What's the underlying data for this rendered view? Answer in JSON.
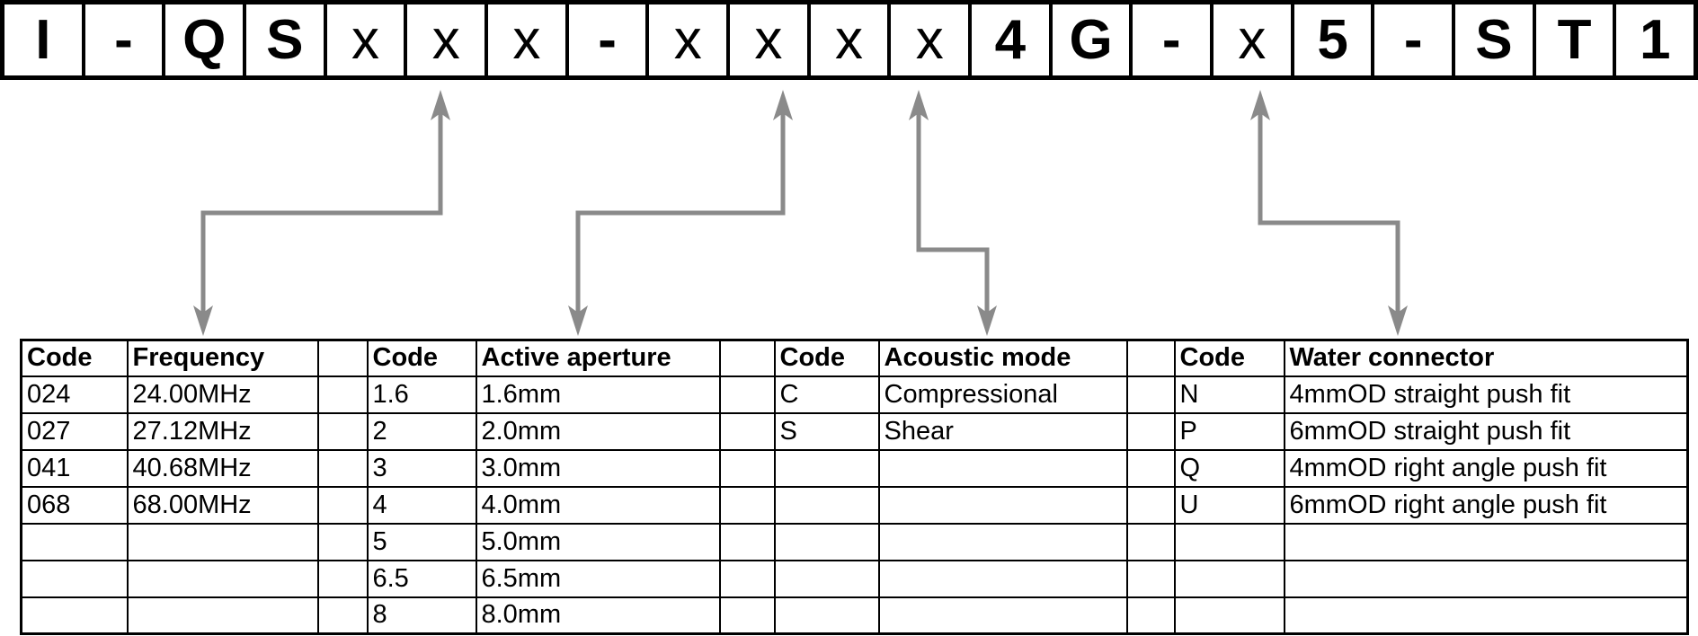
{
  "part_number": {
    "string": "I-QSxxx-xxxx4G-x5-ST1",
    "boxes": [
      {
        "char": "I",
        "bold": true
      },
      {
        "char": "-",
        "bold": true
      },
      {
        "char": "Q",
        "bold": true
      },
      {
        "char": "S",
        "bold": true
      },
      {
        "char": "x",
        "bold": false
      },
      {
        "char": "x",
        "bold": false
      },
      {
        "char": "x",
        "bold": false
      },
      {
        "char": "-",
        "bold": true
      },
      {
        "char": "x",
        "bold": false
      },
      {
        "char": "x",
        "bold": false
      },
      {
        "char": "x",
        "bold": false
      },
      {
        "char": "x",
        "bold": false
      },
      {
        "char": "4",
        "bold": true
      },
      {
        "char": "G",
        "bold": true
      },
      {
        "char": "-",
        "bold": true
      },
      {
        "char": "x",
        "bold": false
      },
      {
        "char": "5",
        "bold": true
      },
      {
        "char": "-",
        "bold": true
      },
      {
        "char": "S",
        "bold": true
      },
      {
        "char": "T",
        "bold": true
      },
      {
        "char": "1",
        "bold": true
      }
    ]
  },
  "arrows": [
    {
      "from_box": 6,
      "points_to": "Frequency"
    },
    {
      "from_box": 10,
      "points_to": "Active aperture"
    },
    {
      "from_box": 12,
      "points_to": "Acoustic mode"
    },
    {
      "from_box": 16,
      "points_to": "Water connector"
    }
  ],
  "legend": {
    "row_count": 7,
    "sections": [
      {
        "code_header": "Code",
        "value_header": "Frequency",
        "rows": [
          [
            "024",
            "24.00MHz"
          ],
          [
            "027",
            "27.12MHz"
          ],
          [
            "041",
            "40.68MHz"
          ],
          [
            "068",
            "68.00MHz"
          ]
        ]
      },
      {
        "code_header": "Code",
        "value_header": "Active aperture",
        "rows": [
          [
            "1.6",
            "1.6mm"
          ],
          [
            "2",
            "2.0mm"
          ],
          [
            "3",
            "3.0mm"
          ],
          [
            "4",
            "4.0mm"
          ],
          [
            "5",
            "5.0mm"
          ],
          [
            "6.5",
            "6.5mm"
          ],
          [
            "8",
            "8.0mm"
          ]
        ]
      },
      {
        "code_header": "Code",
        "value_header": "Acoustic mode",
        "rows": [
          [
            "C",
            "Compressional"
          ],
          [
            "S",
            "Shear"
          ]
        ]
      },
      {
        "code_header": "Code",
        "value_header": "Water connector",
        "rows": [
          [
            "N",
            "4mmOD straight push fit"
          ],
          [
            "P",
            "6mmOD straight push fit"
          ],
          [
            "Q",
            "4mmOD right angle push fit"
          ],
          [
            "U",
            "6mmOD right angle push fit"
          ]
        ]
      }
    ]
  },
  "colors": {
    "arrow_gray": "#8a8a8a",
    "border_black": "#000000",
    "background": "#ffffff"
  }
}
